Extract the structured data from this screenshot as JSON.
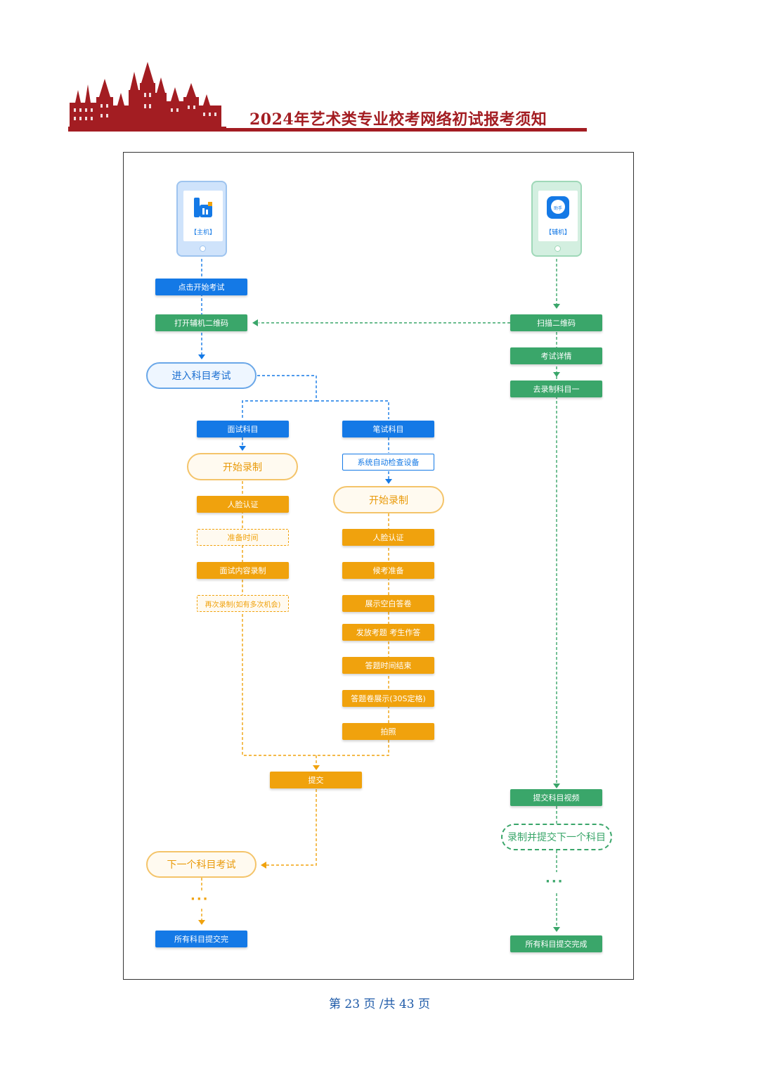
{
  "header": {
    "title": "2024年艺术类专业校考网络初试报考须知"
  },
  "colors": {
    "brand_red": "#a31d22",
    "blue": "#1479e6",
    "green": "#3aa66a",
    "orange": "#f0a20d"
  },
  "phones": {
    "main": {
      "label": "【主机】",
      "icon": "main-app-logo-icon"
    },
    "aux": {
      "label": "【辅机】",
      "icon_text": "助手",
      "icon": "assistant-app-logo-icon"
    }
  },
  "main_flow": {
    "click_start": "点击开始考试",
    "open_aux_qr": "打开辅机二维码",
    "enter_subject": "进入科目考试",
    "interview_subject": "面试科目",
    "written_subject": "笔试科目",
    "system_check": "系统自动检查设备",
    "interview": {
      "start_recording": "开始录制",
      "face_auth": "人脸认证",
      "prep_time": "准备时间",
      "content_recording": "面试内容录制",
      "re_record": "再次录制(如有多次机会)"
    },
    "written": {
      "start_recording": "开始录制",
      "face_auth": "人脸认证",
      "candidate_prep": "候考准备",
      "show_blank_sheet": "展示空白答卷",
      "issue_questions": "发放考题 考生作答",
      "time_end": "答题时间结束",
      "show_answer_sheet": "答题卷展示(30S定格)",
      "photo": "拍照"
    },
    "submit": "提交",
    "next_subject": "下一个科目考试",
    "ellipsis": "···",
    "all_submitted": "所有科目提交完"
  },
  "aux_flow": {
    "scan_qr": "扫描二维码",
    "exam_details": "考试详情",
    "go_record_first": "去录制科目一",
    "submit_video": "提交科目视频",
    "record_submit_next": "录制并提交下一个科目",
    "ellipsis": "···",
    "all_submitted": "所有科目提交完成"
  },
  "footer": {
    "page_text": "第 23 页 /共 43 页"
  }
}
